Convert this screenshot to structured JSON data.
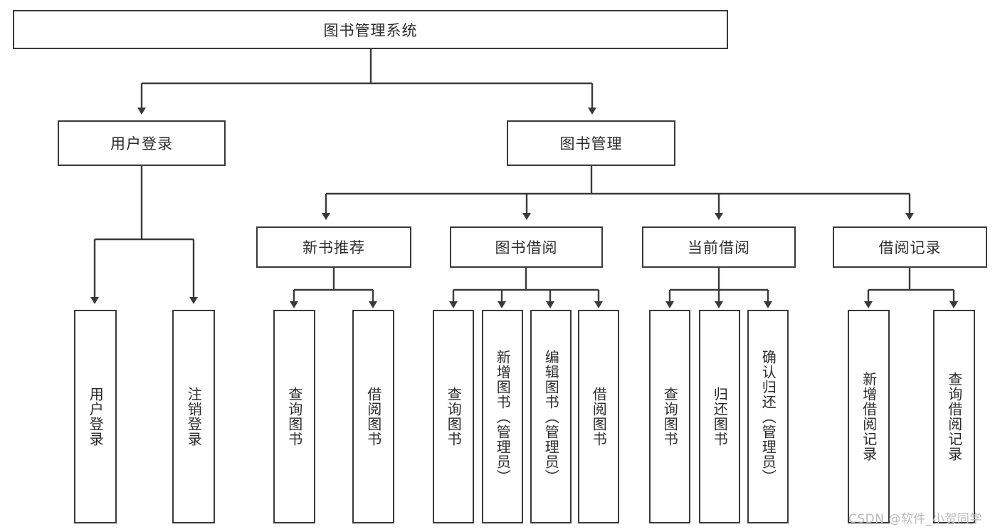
{
  "diagram": {
    "title": "图书管理系统",
    "type": "tree-hierarchy-diagram",
    "colors": {
      "box_border": "#3a3a3a",
      "box_fill": "#ffffff",
      "connector": "#3a3a3a",
      "text": "#2b2b2b",
      "watermark": "#b9b9b9"
    },
    "root": {
      "label": "图书管理系统"
    },
    "level2": [
      {
        "label": "用户登录"
      },
      {
        "label": "图书管理"
      }
    ],
    "level3": [
      {
        "label": "新书推荐"
      },
      {
        "label": "图书借阅"
      },
      {
        "label": "当前借阅"
      },
      {
        "label": "借阅记录"
      }
    ],
    "leaves": {
      "user_login": [
        {
          "label": "用户登录"
        },
        {
          "label": "注销登录"
        }
      ],
      "new_book_recommend": [
        {
          "label": "查询图书"
        },
        {
          "label": "借阅图书"
        }
      ],
      "book_borrow": [
        {
          "label": "查询图书"
        },
        {
          "label": "新增图书（管理员）"
        },
        {
          "label": "编辑图书（管理员）"
        },
        {
          "label": "借阅图书"
        }
      ],
      "current_borrow": [
        {
          "label": "查询图书"
        },
        {
          "label": "归还图书"
        },
        {
          "label": "确认归还（管理员）"
        }
      ],
      "borrow_record": [
        {
          "label": "新增借阅记录"
        },
        {
          "label": "查询借阅记录"
        }
      ]
    }
  },
  "watermark": {
    "text": "CSDN @软件_小贺同学"
  }
}
